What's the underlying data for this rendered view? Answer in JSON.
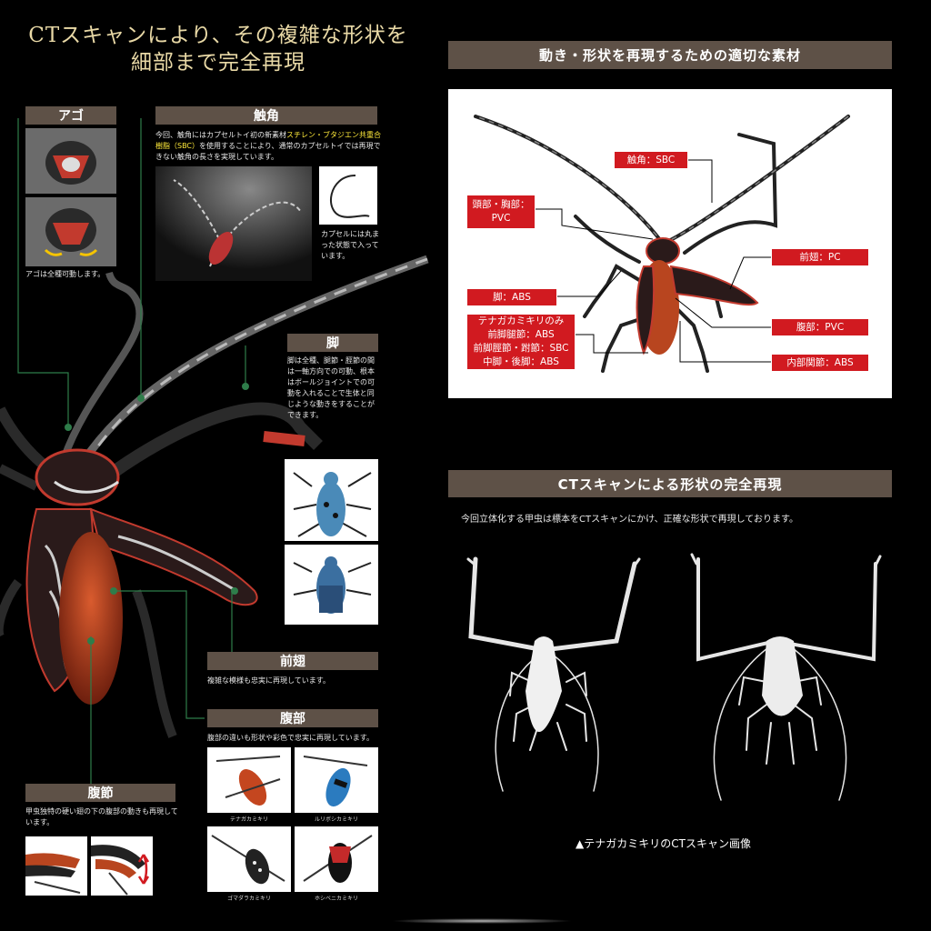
{
  "title": {
    "line1": "CTスキャンにより、その複雑な形状を",
    "line2": "細部まで完全再現"
  },
  "sections": {
    "ago": {
      "header": "アゴ",
      "caption": "アゴは全種可動します。"
    },
    "shokkaku": {
      "header": "触角",
      "text_a": "今回、触角にはカプセルトイ初の新素材",
      "text_hl1": "スチレン・ブタジエン共重",
      "text_hl2": "合樹脂（SBC）",
      "text_b": "を使用することにより、通常のカプセルトイでは再現できない触角の長さを実現しています。",
      "caption": "カプセルには丸まった状態で入っています。"
    },
    "ashi": {
      "header": "脚",
      "text": "脚は全種、腿節・脛節の間は一軸方向での可動、根本はボールジョイントでの可動を入れることで生体と同じような動きをすることができます。"
    },
    "maebane": {
      "header": "前翅",
      "text": "複雑な模様も忠実に再現しています。"
    },
    "fukubu": {
      "header": "腹部",
      "text": "腹部の違いも形状や彩色で忠実に再現しています。",
      "species": [
        "テナガカミキリ",
        "ルリボシカミキリ",
        "ゴマダラカミキリ",
        "ホシベニカミキリ"
      ]
    },
    "fukusetsu": {
      "header": "腹節",
      "text": "甲虫独特の硬い翅の下の腹部の動きも再現しています。"
    }
  },
  "materials": {
    "header": "動き・形状を再現するための適切な素材",
    "tags": {
      "antenna": "触角：SBC",
      "head": "頭部・胸部：PVC",
      "forewing": "前翅：PC",
      "leg": "脚：ABS",
      "special": [
        "テナガカミキリのみ",
        "前脚腿節：ABS",
        "前脚脛節・跗節：SBC",
        "中脚・後脚：ABS"
      ],
      "abdomen": "腹部：PVC",
      "joint": "内部関節：ABS"
    }
  },
  "ct": {
    "header": "CTスキャンによる形状の完全再現",
    "text": "今回立体化する甲虫は標本をCTスキャンにかけ、正確な形状で再現しております。",
    "caption": "▲テナガカミキリのCTスキャン画像"
  },
  "colors": {
    "header_bg": "#5e5147",
    "tag_red": "#d11a20",
    "title_gold": "#e9d9a6",
    "highlight": "#ffea3a",
    "line_green": "#2e7d4a"
  }
}
